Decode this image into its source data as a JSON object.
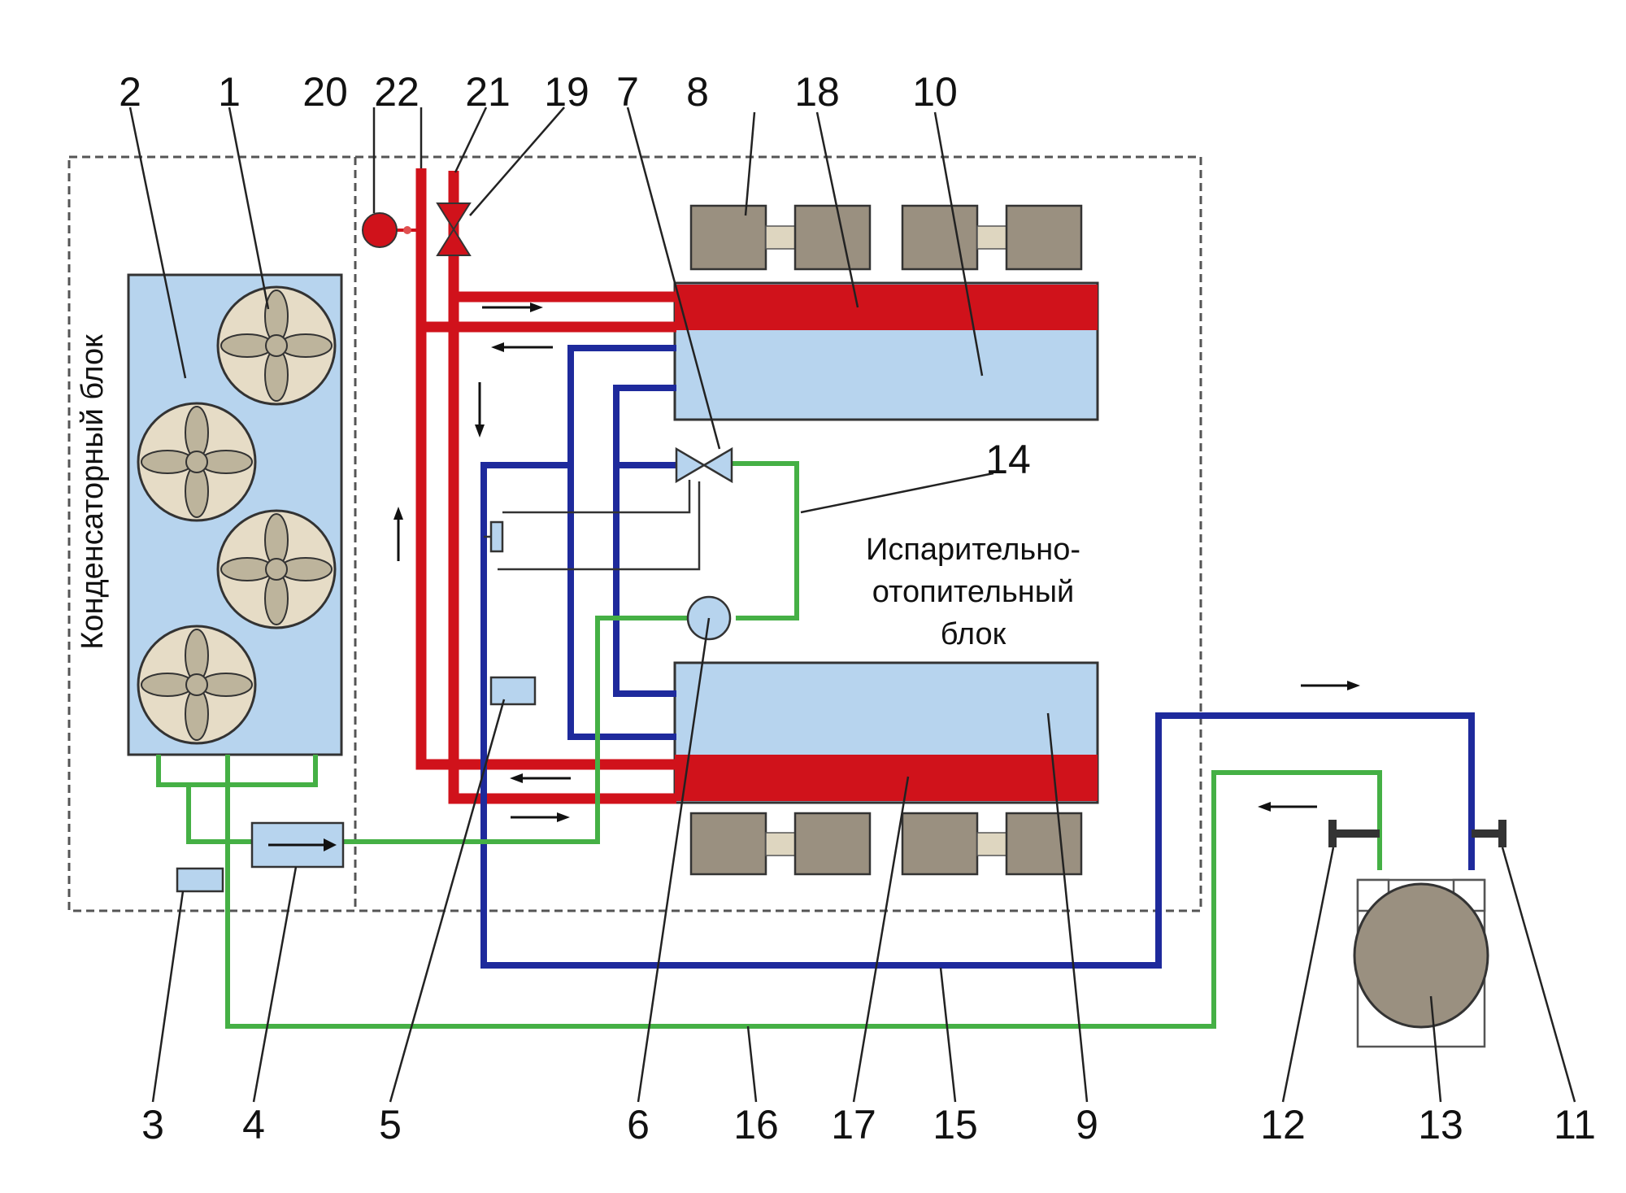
{
  "labels": {
    "condenser_unit": "Конденсаторный блок",
    "evaporator_heating_unit": [
      "Испарительно-",
      "отопительный",
      "блок"
    ]
  },
  "callouts": [
    "1",
    "2",
    "3",
    "4",
    "5",
    "6",
    "7",
    "8",
    "9",
    "10",
    "11",
    "12",
    "13",
    "14",
    "15",
    "16",
    "17",
    "18",
    "19",
    "20",
    "21",
    "22"
  ],
  "colors": {
    "hot_line": "#d0121b",
    "suction_line": "#1e2a9c",
    "liquid_line": "#45b045",
    "exchanger": "#b7d4ee",
    "motor": "#9a9080"
  }
}
